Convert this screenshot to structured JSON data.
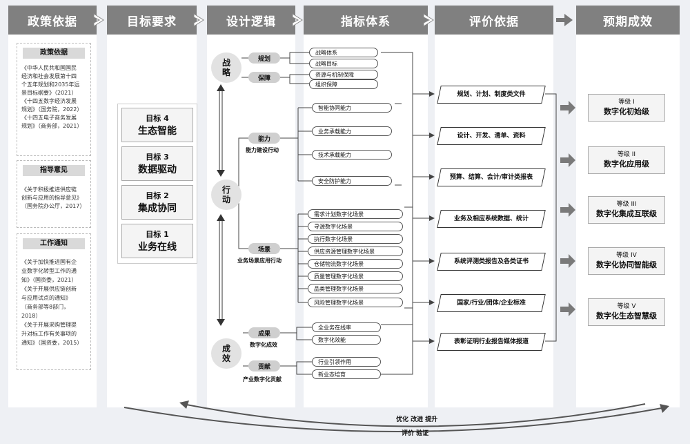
{
  "headers": [
    "政策依据",
    "目标要求",
    "设计逻辑",
    "指标体系",
    "评价依据",
    "预期成效"
  ],
  "policy": {
    "sec1_title": "政策依据",
    "sec1_lines": [
      "《中华人民共和国国民",
      "经济和社会发展第十四",
      "个五年规划和2035年远",
      "景目标纲要》（2021）",
      "《十四五数字经济发展",
      "规划》（国务院，2022）",
      "《十四五电子商务发展",
      "规划》（商务部，2021）"
    ],
    "sec2_title": "指导意见",
    "sec2_lines": [
      "《关于积极推进供应链",
      "创新与应用的指导意见》",
      "（国务院办公厅，2017）"
    ],
    "sec3_title": "工作通知",
    "sec3_lines": [
      "《关于加快推进国有企",
      "业数字化转型工作的通",
      "知》（国资委，2021）",
      "《关于开展供应链创新",
      "与应用试点的通知》",
      "（商务部等8部门，",
      "2018）",
      "《关于开展采购管理提",
      "升对标工作有关事项的",
      "通知》（国资委，2015）"
    ]
  },
  "goals": [
    {
      "num": "目标 4",
      "name": "生态智能"
    },
    {
      "num": "目标 3",
      "name": "数据驱动"
    },
    {
      "num": "目标 2",
      "name": "集成协同"
    },
    {
      "num": "目标 1",
      "name": "业务在线"
    }
  ],
  "logic": {
    "strategy": "战略",
    "action": "行动",
    "result": "成效",
    "tag_plan": "规划",
    "tag_guard": "保障",
    "tag_cap": "能力",
    "cap_sub": "能力建设行动",
    "tag_scene": "场景",
    "scene_sub": "业务场景应用行动",
    "tag_outcome": "成果",
    "outcome_sub": "数字化成效",
    "tag_contrib": "贡献",
    "contrib_sub": "产业数字化贡献"
  },
  "indicators": {
    "strategy": [
      "战略体系",
      "战略目标",
      "资源与机制保障",
      "组织保障"
    ],
    "capability": [
      "智能协同能力",
      "业务承载能力",
      "技术承载能力",
      "安全防护能力"
    ],
    "scene": [
      "需求计划数字化场景",
      "寻源数字化场景",
      "执行数字化场景",
      "供应资源管理数字化场景",
      "仓储物流数字化场景",
      "质量管理数字化场景",
      "品类管理数字化场景",
      "风险管理数字化场景"
    ],
    "outcome": [
      "全业务在线率",
      "数字化效能"
    ],
    "contrib": [
      "行业引领作用",
      "新业态培育"
    ]
  },
  "basis": [
    "规划、计划、制度类文件",
    "设计、开发、清单、资料",
    "预算、结算、会计/审计类报表",
    "业务及相应系统数据、统计",
    "系统评测类报告及各类证书",
    "国家/行业/团体/企业标准",
    "表彰证明行业报告媒体报道"
  ],
  "grades": [
    {
      "lvl": "等级 I",
      "name": "数字化初始级"
    },
    {
      "lvl": "等级 II",
      "name": "数字化应用级"
    },
    {
      "lvl": "等级 III",
      "name": "数字化集成互联级"
    },
    {
      "lvl": "等级 IV",
      "name": "数字化协同智能级"
    },
    {
      "lvl": "等级 V",
      "name": "数字化生态智慧级"
    }
  ],
  "loop": {
    "top": "优化 改进 提升",
    "bottom": "评价 验证"
  }
}
